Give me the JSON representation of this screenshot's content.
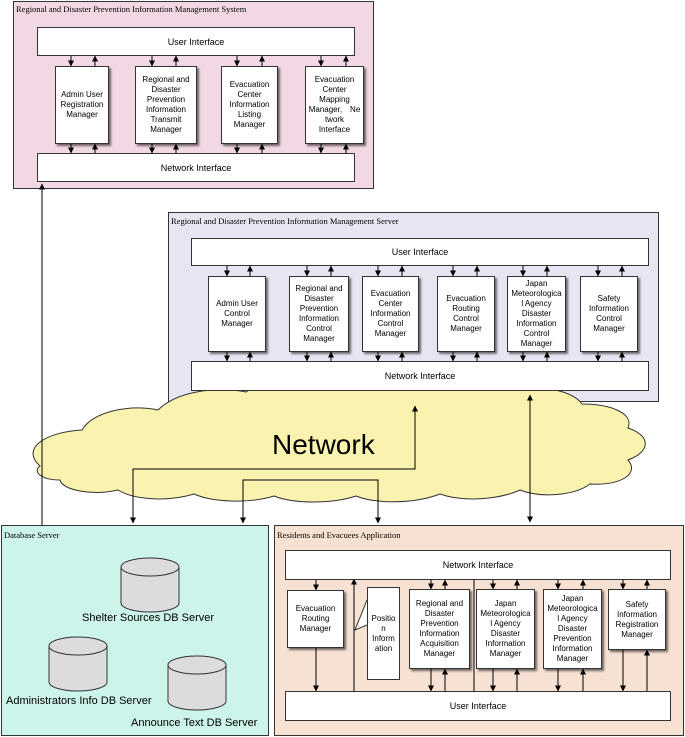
{
  "colors": {
    "system_bg": "#f2d8e4",
    "server_bg": "#e6e6f3",
    "db_bg": "#cdf4ea",
    "app_bg": "#f7e1d3",
    "cloud_fill": "#faf3b0"
  },
  "system": {
    "title": "Regional and Disaster Prevention Information Management System",
    "ui": "User Interface",
    "net": "Network Interface",
    "modules": [
      "Admin User\nRegistration\nManager",
      "Regional and\nDisaster\nPrevention\nInformation\nTransmit\nManager",
      "Evacuation\nCenter\nInformation\nListing\nManager",
      "Evacuation\nCenter\nMapping\nManager,　Ne\ntwork\nInterface"
    ]
  },
  "server": {
    "title": "Regional and Disaster Prevention Information Management Server",
    "ui": "User Interface",
    "net": "Network Interface",
    "modules": [
      "Admin User\nControl\nManager",
      "Regional and\nDisaster\nPrevention\nInformation\nControl\nManager",
      "Evacuation\nCenter\nInformation\nControl\nManager",
      "Evacuation\nRouting\nControl\nManager",
      "Japan\nMeteorologica\nl Agency\nDisaster\nInformation\nControl\nManager",
      "Safety\nInformation\nControl\nManager"
    ]
  },
  "network": {
    "label": "Network"
  },
  "database": {
    "title": "Database Server",
    "servers": [
      "Shelter Sources DB Server",
      "Administrators Info DB Server",
      "Announce Text DB Server"
    ]
  },
  "app": {
    "title": "Residents and Evacuees Application",
    "net": "Network Interface",
    "ui": "User Interface",
    "modules": [
      "Evacuation\nRouting\nManager",
      "Positio\nn\nInform\nation",
      "Regional and\nDisaster\nPrevention\nInformation\nAcquisition\nManager",
      "Japan\nMeteorologica\nl Agency\nDisaster\nInformation\nManager",
      "Japan\nMeteorologica\nl Agency\nDisaster\nPrevention\nInformation\nManager",
      "Safety\nInformation\nRegistration\nManager"
    ]
  }
}
